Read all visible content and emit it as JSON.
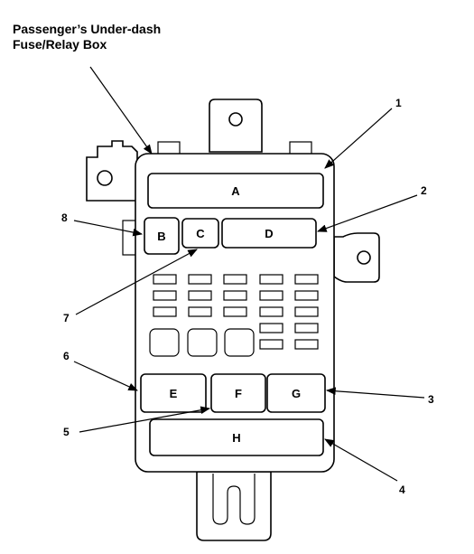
{
  "title": {
    "line1": "Passenger’s Under-dash",
    "line2": "Fuse/Relay Box"
  },
  "boxes": {
    "A": "A",
    "B": "B",
    "C": "C",
    "D": "D",
    "E": "E",
    "F": "F",
    "G": "G",
    "H": "H"
  },
  "callouts": {
    "c1": "1",
    "c2": "2",
    "c3": "3",
    "c4": "4",
    "c5": "5",
    "c6": "6",
    "c7": "7",
    "c8": "8"
  },
  "colors": {
    "line": "#000000",
    "background": "#ffffff"
  }
}
